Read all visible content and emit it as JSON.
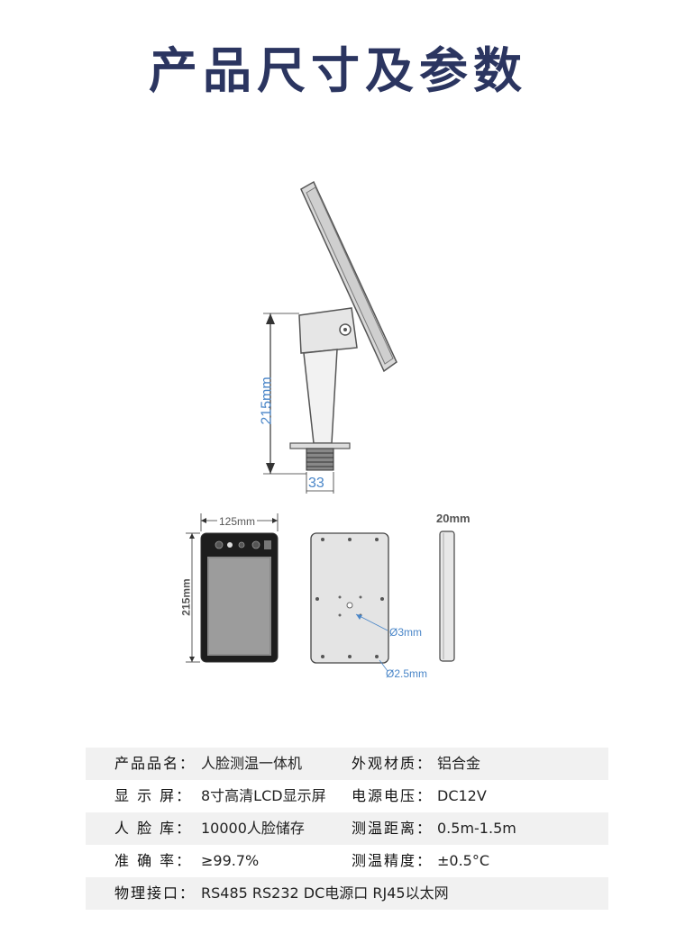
{
  "title": "产品尺寸及参数",
  "side_view": {
    "height_label": "215mm",
    "base_label": "33"
  },
  "front_view": {
    "width_label": "125mm",
    "height_label": "215mm"
  },
  "back_view": {
    "hole1_label": "Ø3mm",
    "hole2_label": "Ø2.5mm"
  },
  "edge_view": {
    "depth_label": "20mm"
  },
  "specs": [
    {
      "label": "产品品名：",
      "value": "人脸测温一体机",
      "label2": "外观材质：",
      "value2": "铝合金"
    },
    {
      "label": "显 示 屏：",
      "value": "8寸高清LCD显示屏",
      "label2": "电源电压：",
      "value2": "DC12V"
    },
    {
      "label": "人 脸 库：",
      "value": "10000人脸储存",
      "label2": "测温距离：",
      "value2": "0.5m-1.5m"
    },
    {
      "label": "准 确 率：",
      "value": "≥99.7%",
      "label2": "测温精度：",
      "value2": "±0.5°C"
    },
    {
      "label": "物理接口：",
      "value": "RS485  RS232  DC电源口  RJ45以太网",
      "label2": "",
      "value2": ""
    }
  ]
}
